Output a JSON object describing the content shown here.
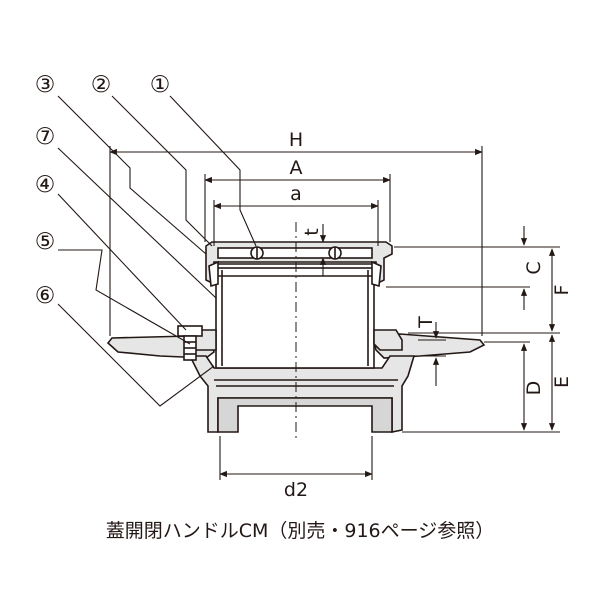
{
  "parts": {
    "p1": "①",
    "p2": "②",
    "p3": "③",
    "p4": "④",
    "p5": "⑤",
    "p6": "⑥",
    "p7": "⑦"
  },
  "dimensions": {
    "H": "H",
    "A": "A",
    "a": "a",
    "t": "t",
    "T": "T",
    "C": "C",
    "F": "F",
    "D": "D",
    "E": "E",
    "d2": "d2"
  },
  "caption": "蓋開閉ハンドルCM（別売・916ページ参照）",
  "colors": {
    "line": "#231815",
    "fill": "#e6e6e6",
    "fill_dark": "#cfcfcf"
  }
}
